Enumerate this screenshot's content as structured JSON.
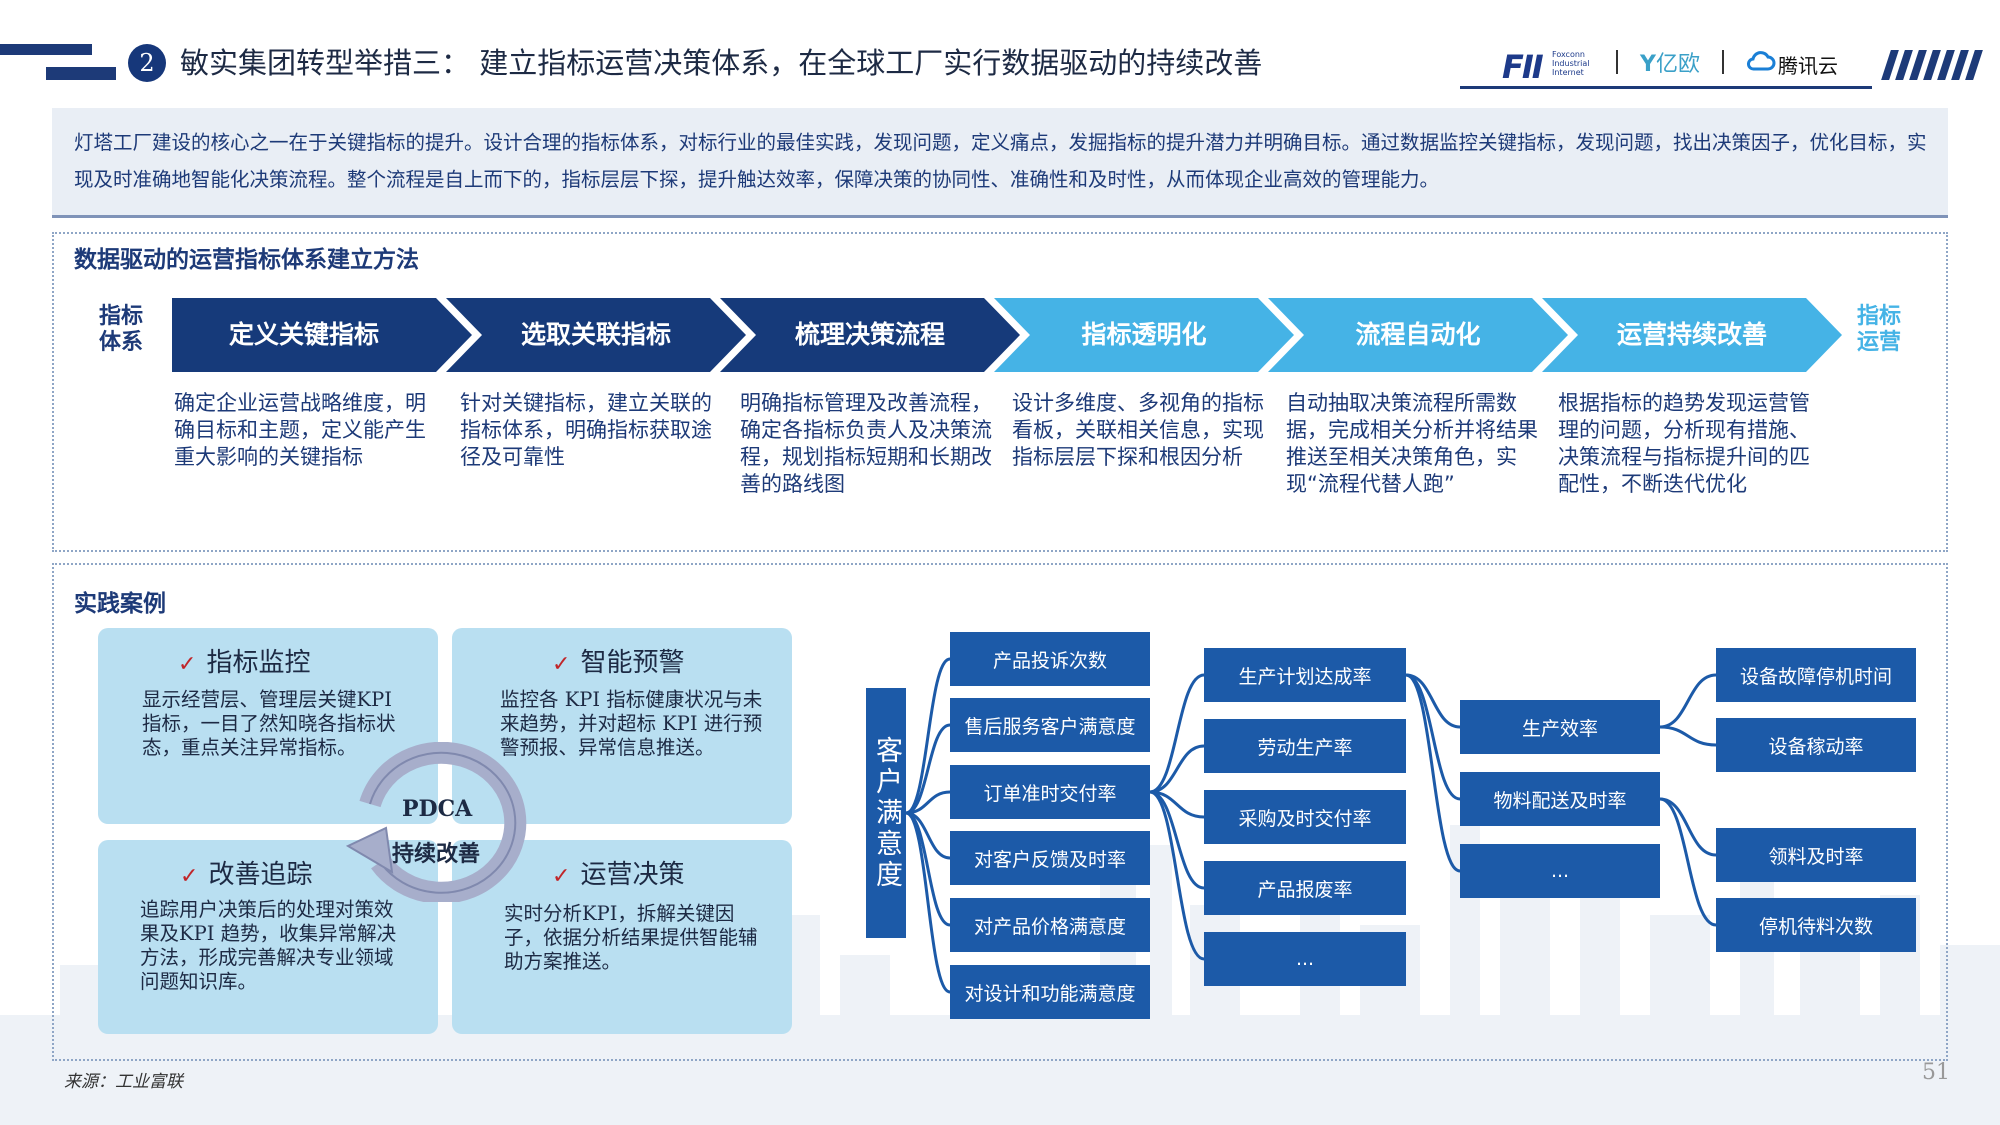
{
  "header": {
    "section_number": "2",
    "title": "敏实集团转型举措三： 建立指标运营决策体系，在全球工厂实行数据驱动的持续改善",
    "logo_fii": "FII",
    "logo_fii_sub": "Foxconn Industrial Internet",
    "logo_yiou": "亿欧",
    "logo_tencent": "腾讯云"
  },
  "intro": "灯塔工厂建设的核心之一在于关键指标的提升。设计合理的指标体系，对标行业的最佳实践，发现问题，定义痛点，发掘指标的提升潜力并明确目标。通过数据监控关键指标，发现问题，找出决策因子，优化目标，实现及时准确地智能化决策流程。整个流程是自上而下的，指标层层下探，提升触达效率，保障决策的协同性、准确性和及时性，从而体现企业高效的管理能力。",
  "method": {
    "title": "数据驱动的运营指标体系建立方法",
    "left_label": "指标体系",
    "right_label": "指标运营",
    "steps": [
      {
        "label": "定义关键指标",
        "desc": "确定企业运营战略维度，明确目标和主题，定义能产生重大影响的关键指标"
      },
      {
        "label": "选取关联指标",
        "desc": "针对关键指标，建立关联的指标体系，明确指标获取途径及可靠性"
      },
      {
        "label": "梳理决策流程",
        "desc": "明确指标管理及改善流程，确定各指标负责人及决策流程，规划指标短期和长期改善的路线图"
      },
      {
        "label": "指标透明化",
        "desc": "设计多维度、多视角的指标看板，关联相关信息，实现指标层层下探和根因分析"
      },
      {
        "label": "流程自动化",
        "desc": "自动抽取决策流程所需数据，完成相关分析并将结果推送至相关决策角色，实现“流程代替人跑”"
      },
      {
        "label": "运营持续改善",
        "desc": "根据指标的趋势发现运营管理的问题，分析现有措施、决策流程与指标提升间的匹配性，不断迭代优化"
      }
    ],
    "colors": {
      "dark": "#163a7a",
      "light": "#45b3e6",
      "left_label": "#1d3a78",
      "right_label": "#45b3e6"
    }
  },
  "cases": {
    "title": "实践案例",
    "check": "✓",
    "cards": [
      {
        "title": "指标监控",
        "text": "显示经营层、管理层关键KPI 指标，一目了然知晓各指标状态，重点关注异常指标。"
      },
      {
        "title": "智能预警",
        "text": "监控各 KPI 指标健康状况与未来趋势，并对超标 KPI 进行预警预报、异常信息推送。"
      },
      {
        "title": "改善追踪",
        "text": "追踪用户决策后的处理对策效果及KPI 趋势，收集异常解决方法，形成完善解决专业领域问题知识库。"
      },
      {
        "title": "运营决策",
        "text": "实时分析KPI，拆解关键因子，依据分析结果提供智能辅助方案推送。"
      }
    ],
    "pdca": "PDCA",
    "pdca_sub": "持续改善"
  },
  "tree": {
    "root": "客户满意度",
    "level1": [
      "产品投诉次数",
      "售后服务客户满意度",
      "订单准时交付率",
      "对客户反馈及时率",
      "对产品价格满意度",
      "对设计和功能满意度"
    ],
    "level2": [
      "生产计划达成率",
      "劳动生产率",
      "采购及时交付率",
      "产品报废率",
      "..."
    ],
    "level3": [
      "生产效率",
      "物料配送及时率",
      "..."
    ],
    "level4": [
      "设备故障停机时间",
      "设备稼动率",
      "领料及时率",
      "停机待料次数"
    ],
    "node_color": "#1c5aa8"
  },
  "footer": {
    "source": "来源：工业富联",
    "page": "51"
  }
}
